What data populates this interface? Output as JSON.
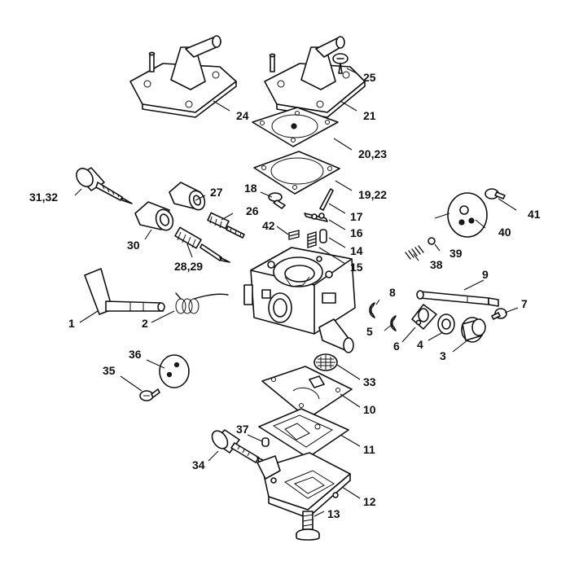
{
  "callouts": {
    "c1": "1",
    "c2": "2",
    "c3": "3",
    "c4": "4",
    "c5": "5",
    "c6": "6",
    "c7": "7",
    "c8": "8",
    "c9": "9",
    "c10": "10",
    "c11": "11",
    "c12": "12",
    "c13": "13",
    "c14": "14",
    "c15": "15",
    "c16": "16",
    "c17": "17",
    "c18": "18",
    "c19_22": "19,22",
    "c20_23": "20,23",
    "c21": "21",
    "c24": "24",
    "c25": "25",
    "c26": "26",
    "c27": "27",
    "c28_29": "28,29",
    "c30": "30",
    "c31_32": "31,32",
    "c33": "33",
    "c34": "34",
    "c35": "35",
    "c36": "36",
    "c37": "37",
    "c38": "38",
    "c39": "39",
    "c40": "40",
    "c41": "41",
    "c42": "42"
  }
}
